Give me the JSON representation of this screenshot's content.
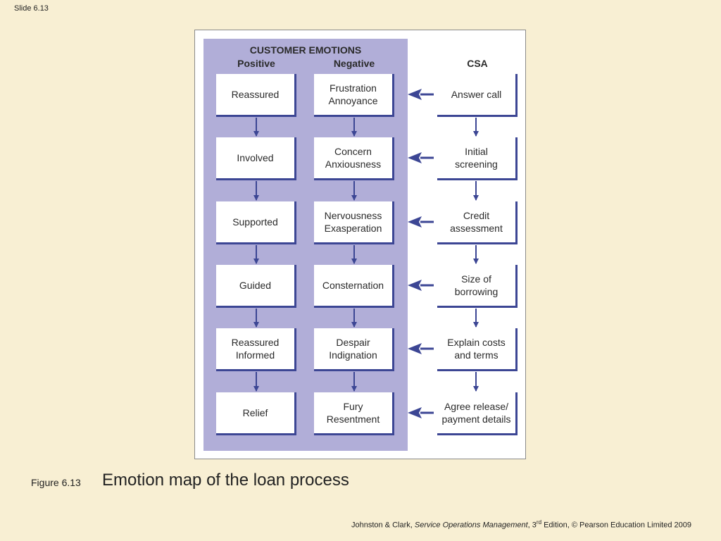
{
  "slide": {
    "number_label": "Slide 6.13"
  },
  "diagram": {
    "header": "CUSTOMER EMOTIONS",
    "columns": {
      "positive": "Positive",
      "negative": "Negative",
      "csa": "CSA"
    },
    "positive": [
      "Reassured",
      "Involved",
      "Supported",
      "Guided",
      "Reassured\nInformed",
      "Relief"
    ],
    "negative": [
      "Frustration\nAnnoyance",
      "Concern\nAnxiousness",
      "Nervousness\nExasperation",
      "Consternation",
      "Despair\nIndignation",
      "Fury\nResentment"
    ],
    "csa": [
      "Answer call",
      "Initial\nscreening",
      "Credit\nassessment",
      "Size of\nborrowing",
      "Explain costs\nand terms",
      "Agree release/\npayment details"
    ],
    "colors": {
      "panel": "#b1aed8",
      "arrow": "#3c4694",
      "background": "#f8efd3"
    }
  },
  "caption": {
    "label": "Figure 6.13",
    "title": "Emotion map of the loan process"
  },
  "footer": {
    "authors": "Johnston & Clark, ",
    "book": "Service Operations Management",
    "edition_pre": ", 3",
    "edition_sup": "rd",
    "rest": " Edition, © Pearson Education Limited 2009"
  }
}
